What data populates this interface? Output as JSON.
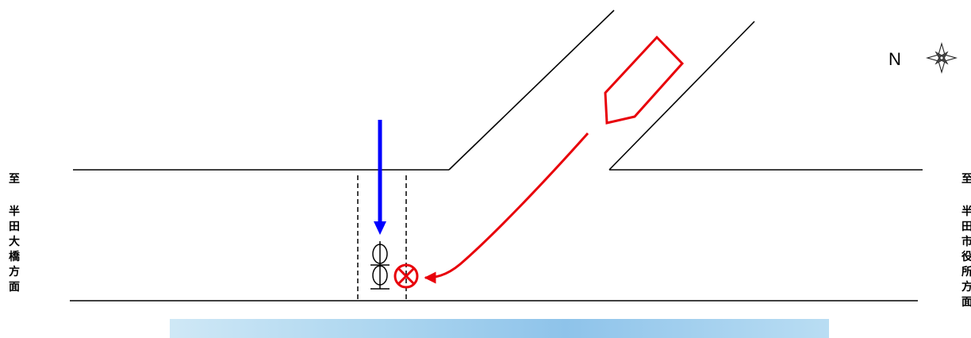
{
  "labels": {
    "west_to": "至",
    "west_dest": [
      "半",
      "田",
      "大",
      "橋",
      "方",
      "面"
    ],
    "east_to": "至",
    "east_dest": [
      "半",
      "田",
      "市",
      "役",
      "所",
      "方",
      "面"
    ]
  },
  "compass": {
    "letter": "N",
    "icon": "compass-rose-icon"
  },
  "photo": {
    "icon": "road-photo-strip"
  },
  "colors": {
    "road": "#000000",
    "vehicle": "#e8000a",
    "pedestrian": "#0000ff",
    "crosswalk": "#000000"
  }
}
